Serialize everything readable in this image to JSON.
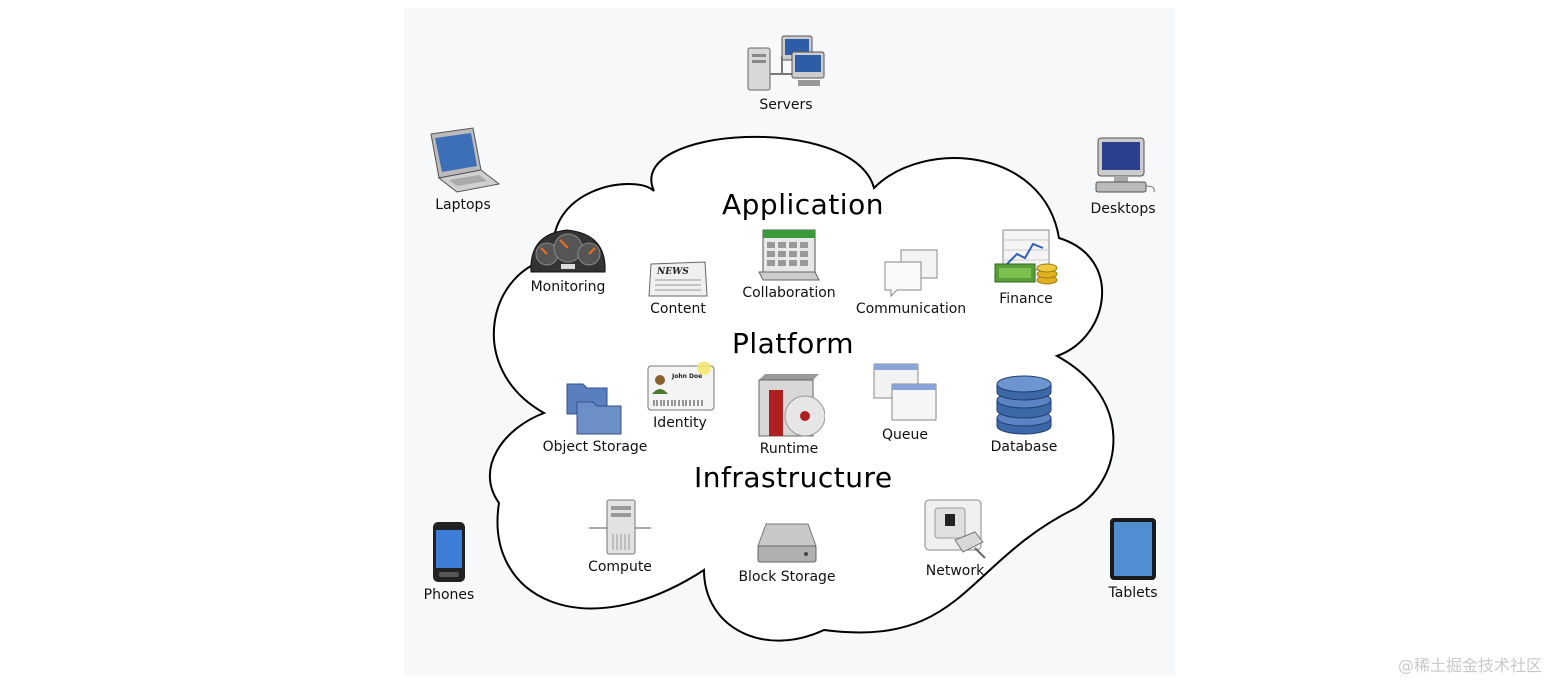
{
  "layers": {
    "application": "Application",
    "platform": "Platform",
    "infrastructure": "Infrastructure"
  },
  "devices": {
    "servers": "Servers",
    "laptops": "Laptops",
    "desktops": "Desktops",
    "phones": "Phones",
    "tablets": "Tablets"
  },
  "application_items": {
    "monitoring": "Monitoring",
    "content": "Content",
    "collaboration": "Collaboration",
    "communication": "Communication",
    "finance": "Finance"
  },
  "platform_items": {
    "object_storage": "Object Storage",
    "identity": "Identity",
    "identity_card_name": "John Doe",
    "runtime": "Runtime",
    "queue": "Queue",
    "database": "Database"
  },
  "infrastructure_items": {
    "compute": "Compute",
    "block_storage": "Block Storage",
    "network": "Network"
  },
  "content_icon_text": "NEWS",
  "watermark": "@稀土掘金技术社区",
  "colors": {
    "panel_background": "#f7f8f9",
    "cloud_fill": "#ffffff",
    "cloud_stroke": "#000000",
    "device_screen_blue": "#3d6fb6",
    "folder_blue": "#6d8fc8",
    "database_blue": "#4a78b8",
    "money_green": "#5a9e3a",
    "coin_gold": "#e0b020",
    "runtime_red": "#b02020"
  }
}
